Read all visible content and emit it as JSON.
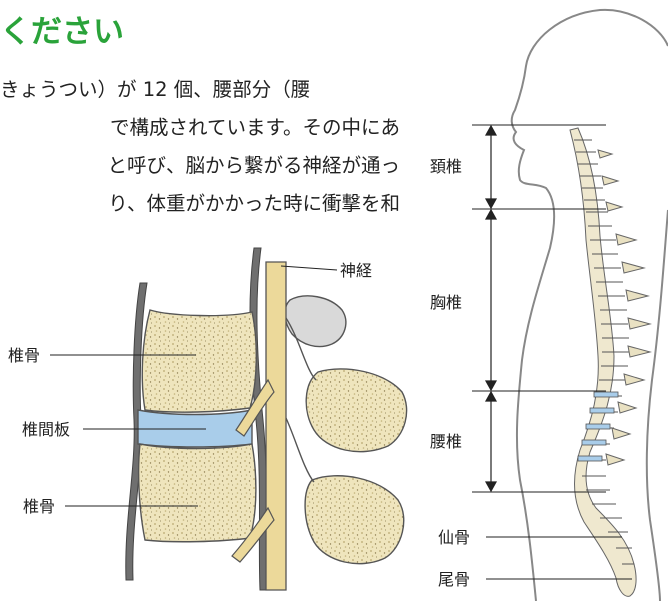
{
  "heading": "ください",
  "paragraph": [
    "きょうつい）が 12 個、腰部分（腰",
    "で構成されています。その中にあ",
    "と呼び、脳から繋がる神経が通っ",
    "り、体重がかかった時に衝撃を和"
  ],
  "vertebra_figure": {
    "nerve_label": "神経",
    "upper_bone_label": "椎骨",
    "disc_label": "椎間板",
    "lower_bone_label": "椎骨"
  },
  "spine_figure": {
    "cervical_label": "頚椎",
    "thoracic_label": "胸椎",
    "lumbar_label": "腰椎",
    "sacrum_label": "仙骨",
    "coccyx_label": "尾骨"
  },
  "colors": {
    "heading_green": "#2aa33a",
    "bone_beige": "#f1e9c6",
    "bone_speckle": "#c7b98a",
    "disc_blue": "#a9cdea",
    "nerve_yellow": "#ecd99a"
  }
}
